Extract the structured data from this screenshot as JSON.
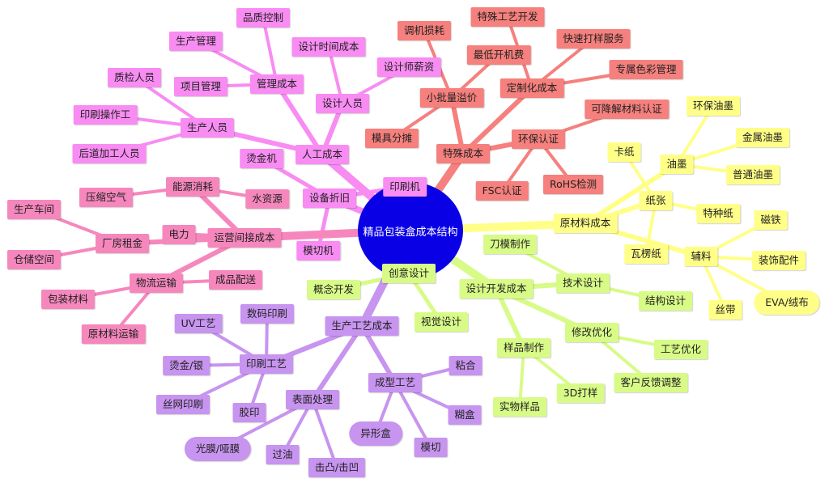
{
  "center": {
    "label": "精品包装盒成本结构",
    "color": "#0a00e6"
  },
  "palette": {
    "labor": "#f88cf2",
    "special": "#f5807d",
    "material": "#ffff88",
    "ops": "#f687bd",
    "design": "#d8fb88",
    "process": "#c794ef",
    "equip": "#f88cf2"
  },
  "nodes": {
    "labor": "人工成本",
    "labor_mgmt": "管理成本",
    "labor_mgmt_quality": "品质控制",
    "labor_mgmt_prod": "生产管理",
    "labor_mgmt_proj": "项目管理",
    "labor_worker": "生产人员",
    "labor_worker_qc": "质检人员",
    "labor_worker_print": "印刷操作工",
    "labor_worker_post": "后道加工人员",
    "labor_designer": "设计人员",
    "labor_designer_time": "设计时间成本",
    "labor_designer_salary": "设计师薪资",
    "special": "特殊成本",
    "special_small": "小批量溢价",
    "special_small_debug": "调机损耗",
    "special_small_min": "最低开机费",
    "special_small_mold": "模具分摊",
    "special_custom": "定制化成本",
    "special_custom_craft": "特殊工艺开发",
    "special_custom_proof": "快速打样服务",
    "special_custom_color": "专属色彩管理",
    "special_eco": "环保认证",
    "special_eco_bio": "可降解材料认证",
    "special_eco_fsc": "FSC认证",
    "special_eco_rohs": "RoHS检测",
    "material": "原材料成本",
    "material_ink": "油墨",
    "material_ink_eco": "环保油墨",
    "material_ink_metal": "金属油墨",
    "material_ink_normal": "普通油墨",
    "material_paper": "纸张",
    "material_paper_card": "卡纸",
    "material_paper_special": "特种纸",
    "material_paper_corr": "瓦楞纸",
    "material_aux": "辅料",
    "material_aux_magnet": "磁铁",
    "material_aux_deco": "装饰配件",
    "material_aux_eva": "EVA/绒布",
    "material_aux_ribbon": "丝带",
    "equip": "设备折旧",
    "equip_gilding": "烫金机",
    "equip_press": "印刷机",
    "equip_die": "模切机",
    "ops": "运营间接成本",
    "ops_energy": "能源消耗",
    "ops_energy_air": "压缩空气",
    "ops_energy_water": "水资源",
    "ops_power": "电力",
    "ops_rent": "厂房租金",
    "ops_rent_floor": "生产车间",
    "ops_rent_store": "仓储空间",
    "ops_logi": "物流运输",
    "ops_logi_pack": "包装材料",
    "ops_logi_deliver": "成品配送",
    "ops_logi_raw": "原材料运输",
    "design_creative": "创意设计",
    "design_creative_concept": "概念开发",
    "design_creative_visual": "视觉设计",
    "design": "设计开发成本",
    "design_tech": "技术设计",
    "design_tech_knife": "刀模制作",
    "design_tech_struct": "结构设计",
    "design_revise": "修改优化",
    "design_revise_craft": "工艺优化",
    "design_revise_feedback": "客户反馈调整",
    "design_sample": "样品制作",
    "design_sample_real": "实物样品",
    "design_sample_3d": "3D打样",
    "process": "生产工艺成本",
    "process_print": "印刷工艺",
    "process_print_uv": "UV工艺",
    "process_print_digital": "数码印刷",
    "process_print_gild": "烫金/银",
    "process_print_screen": "丝网印刷",
    "process_print_offset": "胶印",
    "process_surface": "表面处理",
    "process_surface_film": "光膜/哑膜",
    "process_surface_oil": "过油",
    "process_surface_emboss": "击凸/击凹",
    "process_form": "成型工艺",
    "process_form_glue": "粘合",
    "process_form_paste": "糊盒",
    "process_form_cut": "模切",
    "process_form_shaped": "异形盒"
  }
}
